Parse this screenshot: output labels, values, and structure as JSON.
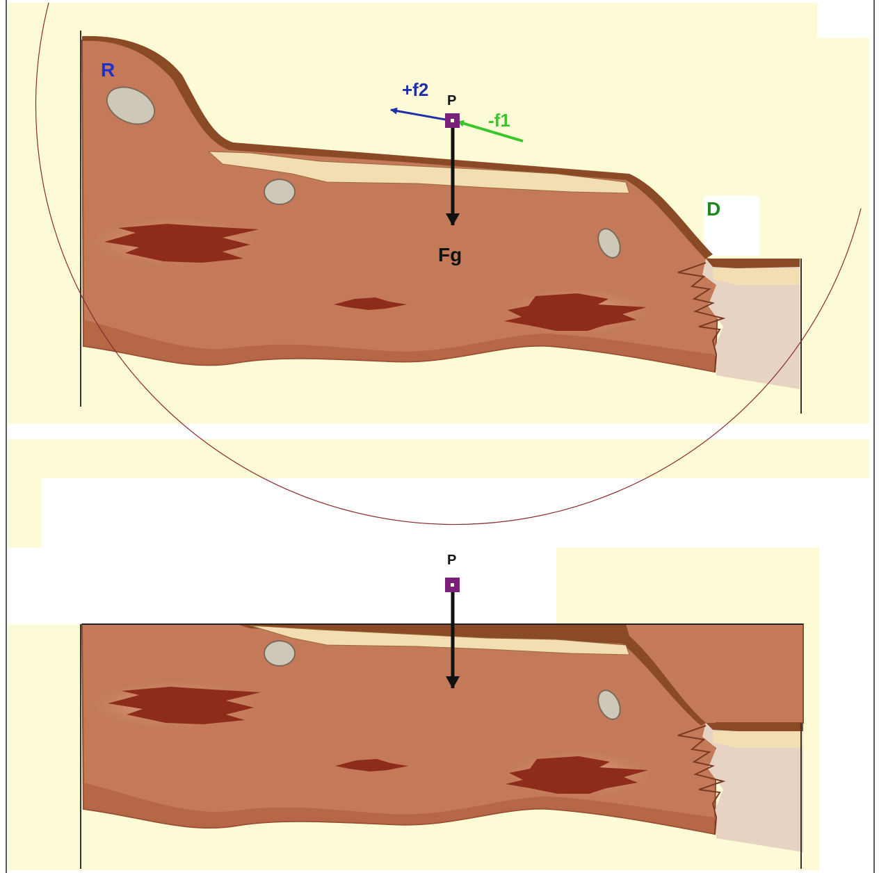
{
  "labels": {
    "region_r": "R",
    "region_d": "D",
    "point_top": "P",
    "point_bottom": "P",
    "force_f2": "+f2",
    "force_f1": "-f1",
    "force_fg": "Fg"
  },
  "colors": {
    "background": "#fdfbd6",
    "soil": "#c47a58",
    "soil_dark": "#a65a3e",
    "topsoil": "#a8643c",
    "sand_layer": "#f3ddb2",
    "lens": "#8e2c1c",
    "rock": "#cdc8b8",
    "deposit": "#e6d3c3",
    "circle": "#8a2a2a",
    "point": "#7a1f7a",
    "f2_arrow": "#1f2fa8",
    "f1_arrow": "#3ac62a",
    "fg_arrow": "#111111",
    "r_label": "#1f2fcc",
    "d_label": "#1a8a1a"
  }
}
